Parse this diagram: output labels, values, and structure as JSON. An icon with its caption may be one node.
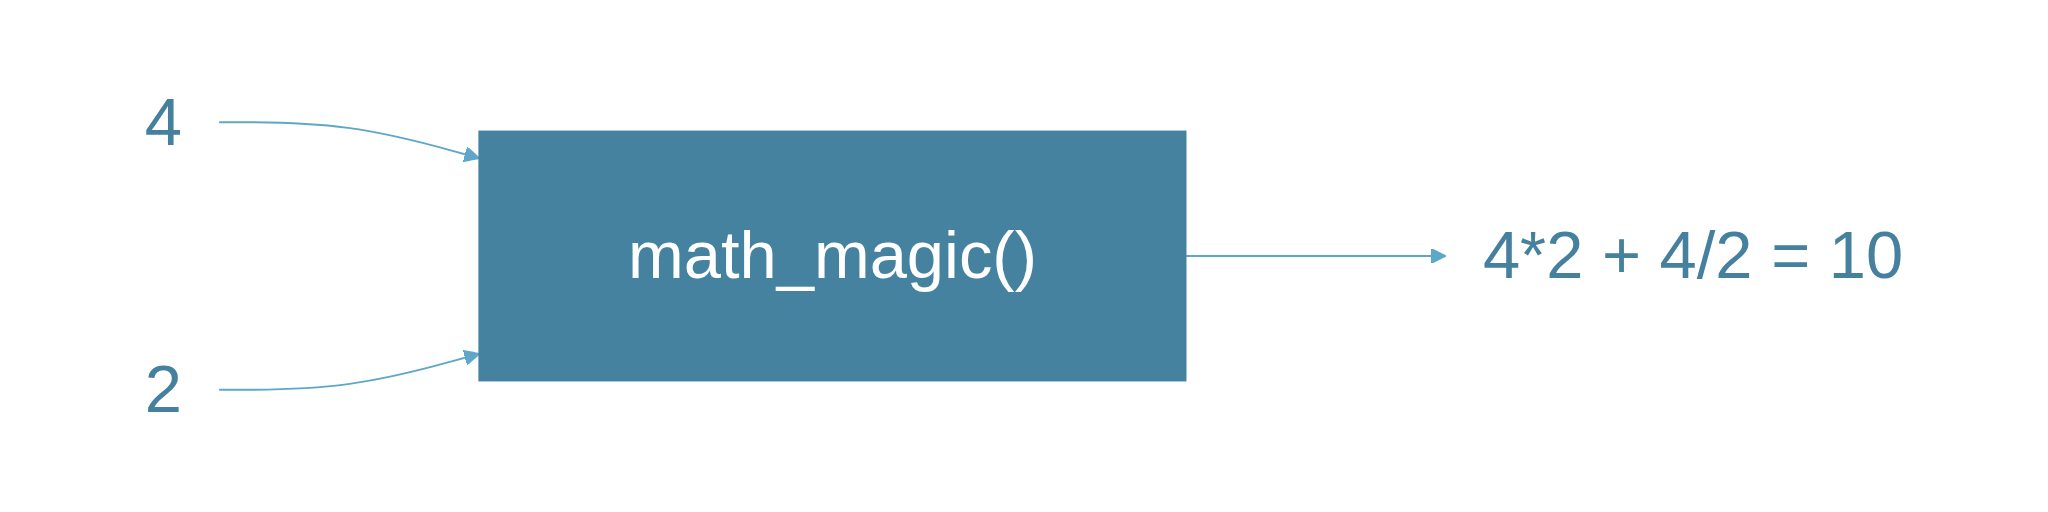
{
  "diagram": {
    "nodes": [
      {
        "text": [
          "4"
        ]
      },
      {
        "text": [
          "2"
        ]
      },
      {
        "text": [
          "math_magic()"
        ]
      },
      {
        "text": [
          "4*2 + 4/2 = 10"
        ]
      }
    ],
    "edges": [
      {
        "from": 0,
        "to": 2,
        "arrow": "to"
      },
      {
        "from": 1,
        "to": 2,
        "arrow": "to"
      },
      {
        "from": 2,
        "to": 3,
        "arrow": "to"
      }
    ]
  }
}
